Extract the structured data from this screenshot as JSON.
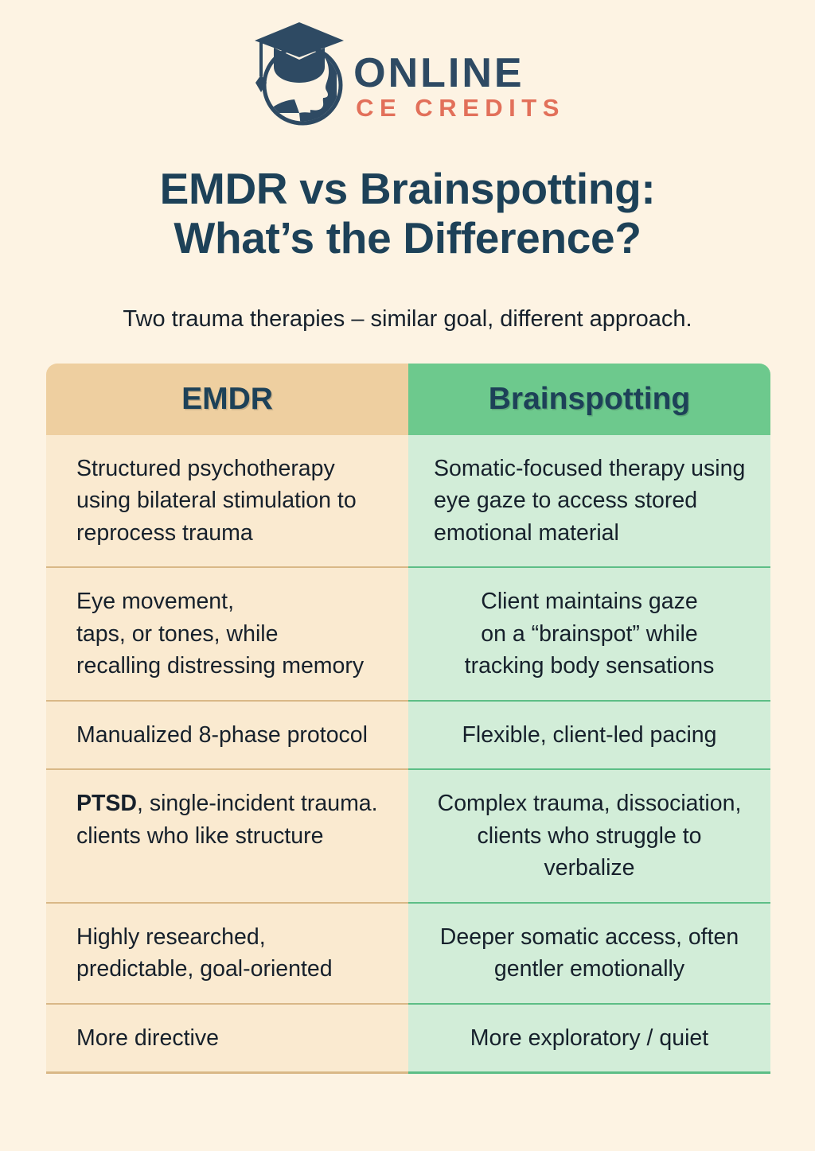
{
  "brand": {
    "logo_icon": "graduation-cap-reader-emblem",
    "line1": "ONLINE",
    "line2": "CE CREDITS",
    "color_navy": "#2E4A63",
    "color_coral": "#E2705A"
  },
  "header": {
    "title": "EMDR vs Brainspotting:\nWhat’s the Difference?",
    "title_line1": "EMDR vs Brainspotting:",
    "title_line2": "What’s the Difference?",
    "subtitle": "Two trauma therapies – similar goal, different approach."
  },
  "palette": {
    "page_background": "#FDF3E3",
    "header_left": "#EECFA0",
    "header_right": "#6DC98D",
    "cell_left": "#FAEAD0",
    "cell_right": "#D2EDD8",
    "divider_left": "#D9B887",
    "divider_right": "#5DBE86",
    "title_navy": "#1D4158",
    "body_text": "#16202B"
  },
  "table": {
    "columns": [
      {
        "label": "EMDR"
      },
      {
        "label": "Brainspotting"
      }
    ],
    "rows": [
      {
        "left": "Structured psychotherapy using bilateral stimulation to reprocess trauma",
        "right": "Somatic-focused therapy using eye gaze to access stored emotional material",
        "right_align": "left"
      },
      {
        "left": "Eye movement,\ntaps, or tones, while\nrecalling distressing memory",
        "right": "Client maintains gaze\non a “brainspot” while\ntracking body sensations",
        "right_align": "center"
      },
      {
        "left": "Manualized 8-phase protocol",
        "right": "Flexible, client-led pacing",
        "right_align": "center"
      },
      {
        "left_bold": "PTSD",
        "left": ", single-incident trauma.\nclients who like structure",
        "right": "Complex trauma, dissociation, clients who struggle to verbalize",
        "right_align": "center"
      },
      {
        "left": "Highly researched, predictable, goal-oriented",
        "right": "Deeper somatic access, often gentler emotionally",
        "right_align": "center"
      },
      {
        "left": "More directive",
        "right": "More exploratory / quiet",
        "right_align": "center"
      }
    ]
  }
}
